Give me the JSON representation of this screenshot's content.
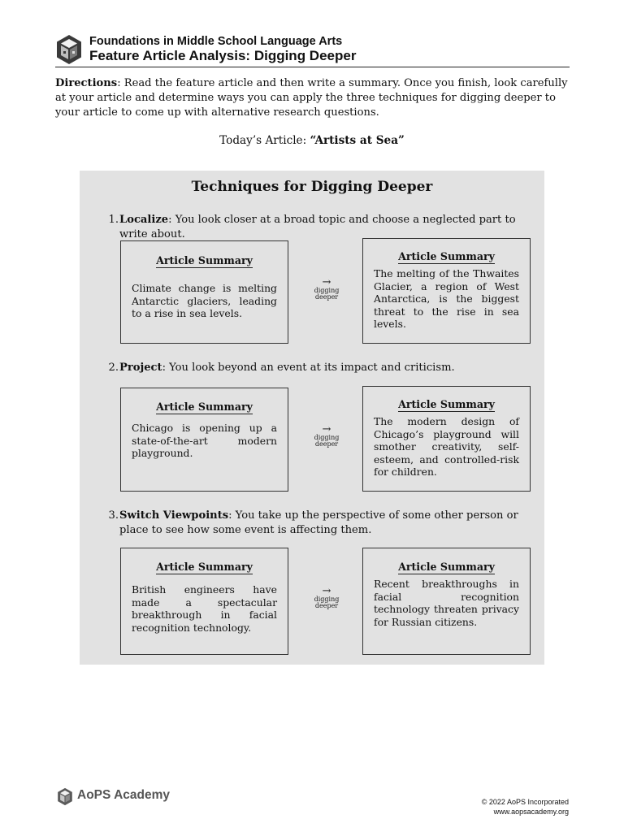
{
  "header": {
    "course": "Foundations in Middle School Language Arts",
    "title": "Feature Article Analysis: Digging Deeper"
  },
  "directions": {
    "label": "Directions",
    "text": ": Read the feature article and then write a summary. Once you finish, look carefully at your article and determine ways you can apply the three techniques for digging deeper to your article to come up with alternative research questions."
  },
  "today": {
    "label": "Today’s Article: ",
    "article": "“Artists at Sea”"
  },
  "panel": {
    "title": "Techniques for Digging Deeper",
    "arrow_label_1": "digging",
    "arrow_label_2": "deeper",
    "techniques": [
      {
        "number": "1.",
        "name": "Localize",
        "description": ": You look closer at a broad topic and choose a neglected part to write about.",
        "left": {
          "heading": "Article Summary",
          "text": "Climate change is melting Antarctic glaciers, leading to a rise in sea levels."
        },
        "right": {
          "heading": "Article Summary",
          "text": "The melting of the Thwaites Glacier, a region of West Antarctica, is the biggest threat to the rise in sea levels."
        }
      },
      {
        "number": "2.",
        "name": "Project",
        "description": ": You look beyond an event at its impact and criticism.",
        "left": {
          "heading": "Article Summary",
          "text": "Chicago is opening up a state-of-the-art modern playground."
        },
        "right": {
          "heading": "Article Summary",
          "text": "The modern design of Chicago’s playground will smother creativity, self-esteem, and controlled-risk for children."
        }
      },
      {
        "number": "3.",
        "name": "Switch Viewpoints",
        "description": ": You take up the perspective of some other person or place to see how some event is affecting them.",
        "left": {
          "heading": "Article Summary",
          "text": "British engineers have made a spectacular breakthrough in facial recognition technology."
        },
        "right": {
          "heading": "Article Summary",
          "text": "Recent breakthroughs in facial recognition technology threaten privacy for Russian citizens."
        }
      }
    ]
  },
  "footer": {
    "brand": "AoPS Academy",
    "copyright": "© 2022 AoPS Incorporated",
    "website": "www.aopsacademy.org"
  }
}
